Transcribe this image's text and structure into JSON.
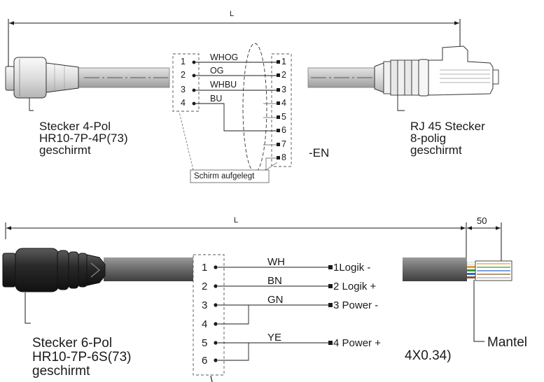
{
  "top": {
    "length_label": "L",
    "left_connector": [
      "Stecker 4-Pol",
      "HR10-7P-4P(73)",
      "geschirmt"
    ],
    "right_connector": [
      "RJ 45 Stecker",
      "8-polig",
      "geschirmt"
    ],
    "partial_cable_text": "-EN",
    "shield_label": "Schirm aufgelegt",
    "left_pins": [
      "1",
      "2",
      "3",
      "4"
    ],
    "right_pins": [
      "1",
      "2",
      "3",
      "4",
      "5",
      "6",
      "7",
      "8"
    ],
    "wires": [
      "WHOG",
      "OG",
      "WHBU",
      "BU"
    ]
  },
  "bottom": {
    "length_label": "L",
    "strip_label": "50",
    "left_connector": [
      "Stecker 6-Pol",
      "HR10-7P-6S(73)",
      "geschirmt"
    ],
    "left_pins": [
      "1",
      "2",
      "3",
      "4",
      "5",
      "6"
    ],
    "wires": [
      "WH",
      "BN",
      "GN",
      "YE"
    ],
    "right_labels": [
      "1Logik -",
      "2 Logik +",
      "3 Power -",
      "4 Power +"
    ],
    "partial_cable_text": "4X0.34)",
    "jacket_label": "Mantel"
  },
  "colors": {
    "line": "#1a1a1a",
    "cable_top": "#c6c6c6",
    "cable_bottom": "#7a7a7a",
    "connector_dark": "#3a3a3a",
    "wire_colors": [
      "#ffffff",
      "#e0a030",
      "#3a9a3a",
      "#2a6ad0",
      "#8a5a2a"
    ]
  }
}
